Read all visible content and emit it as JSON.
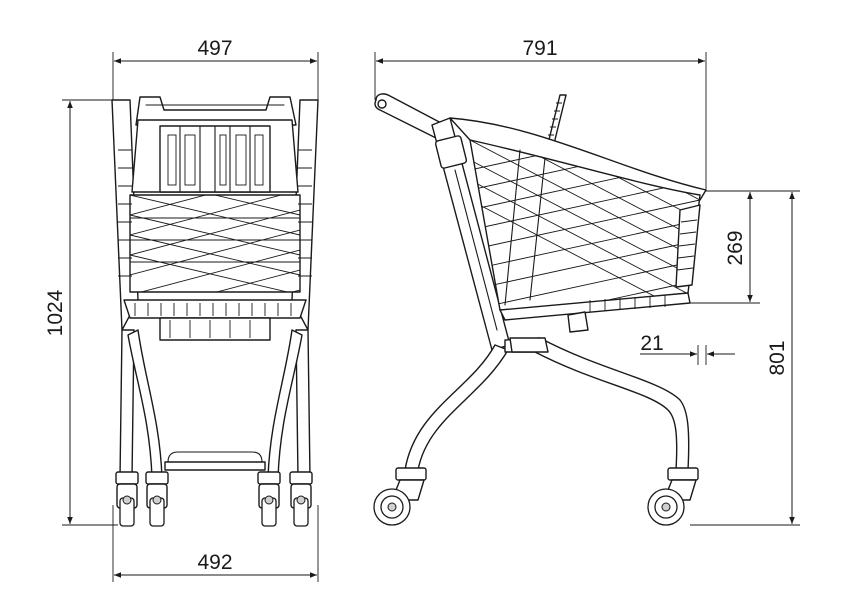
{
  "dimensions": {
    "front_top_width": "497",
    "front_bottom_width": "492",
    "front_height": "1024",
    "side_length": "791",
    "side_basket_depth": "269",
    "side_offset": "21",
    "side_height": "801"
  },
  "colors": {
    "line": "#1a1a1a",
    "background": "#ffffff",
    "hub": "#cfcfcf"
  }
}
